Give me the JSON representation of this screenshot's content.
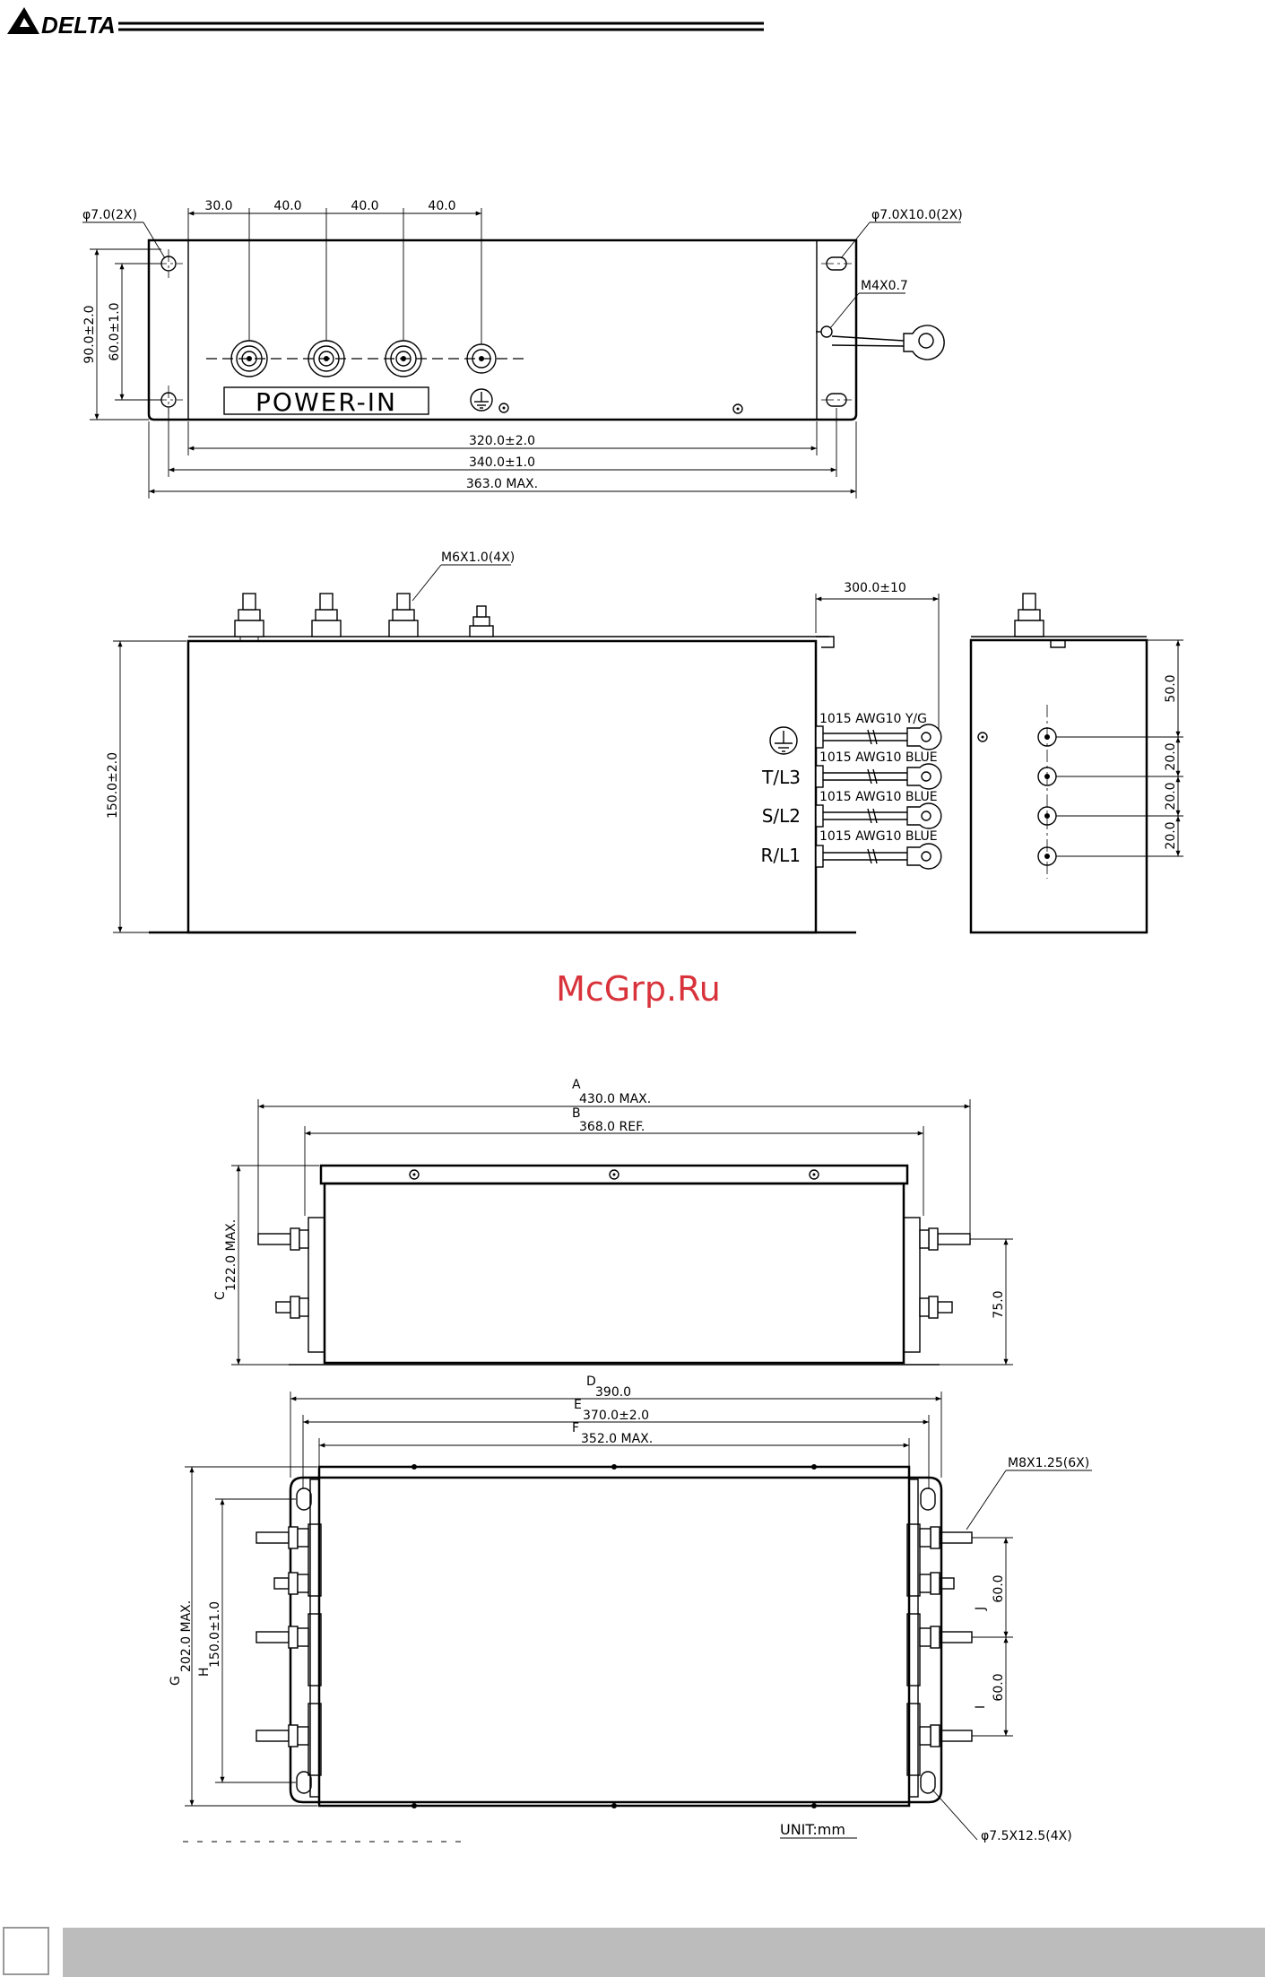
{
  "header": {
    "brand": "DELTA"
  },
  "watermark": "McGrp.Ru",
  "top_view": {
    "hole_left": "φ7.0(2X)",
    "hole_right": "φ7.0X10.0(2X)",
    "ground_screw": "M4X0.7",
    "spacing": [
      "30.0",
      "40.0",
      "40.0",
      "40.0"
    ],
    "height_outer": "90.0±2.0",
    "height_inner": "60.0±1.0",
    "power_label": "POWER-IN",
    "width1": "320.0±2.0",
    "width2": "340.0±1.0",
    "width3": "363.0 MAX."
  },
  "front_view": {
    "stud": "M6X1.0(4X)",
    "lead_length": "300.0±10",
    "height": "150.0±2.0",
    "wires": [
      {
        "spec": "1015 AWG10 Y/G",
        "terminal": ""
      },
      {
        "spec": "1015 AWG10 BLUE",
        "terminal": "T/L3"
      },
      {
        "spec": "1015 AWG10 BLUE",
        "terminal": "S/L2"
      },
      {
        "spec": "1015 AWG10 BLUE",
        "terminal": "R/L1"
      }
    ]
  },
  "side_view": {
    "dims": [
      "50.0",
      "20.0",
      "20.0",
      "20.0"
    ]
  },
  "lower_top": {
    "A": "A",
    "A_val": "430.0 MAX.",
    "B": "B",
    "B_val": "368.0 REF.",
    "C": "C",
    "C_val": "122.0 MAX.",
    "right_dim": "75.0"
  },
  "lower_plan": {
    "D": "D",
    "D_val": "390.0",
    "E": "E",
    "E_val": "370.0±2.0",
    "F": "F",
    "F_val": "352.0 MAX.",
    "G": "G",
    "G_val": "202.0 MAX.",
    "H": "H",
    "H_val": "150.0±1.0",
    "I": "I",
    "I_val": "60.0",
    "J": "J",
    "J_val": "60.0",
    "stud": "M8X1.25(6X)",
    "slot": "φ7.5X12.5(4X)",
    "unit": "UNIT:mm"
  }
}
